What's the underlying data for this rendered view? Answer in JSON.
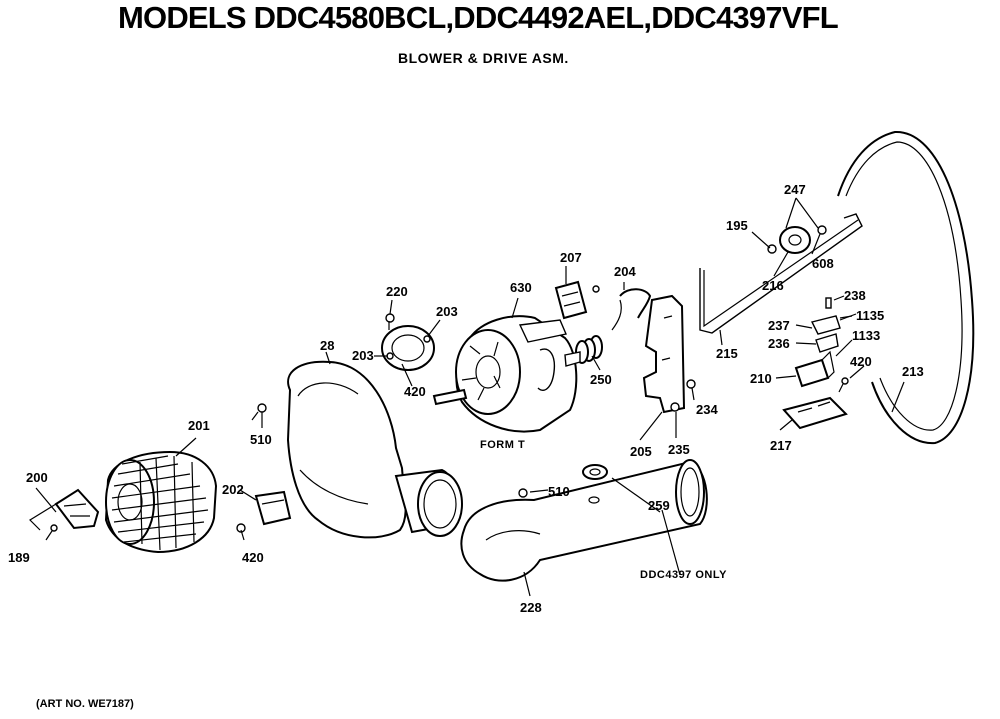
{
  "header": {
    "title": "MODELS DDC4580BCL,DDC4492AEL,DDC4397VFL",
    "subtitle": "BLOWER & DRIVE ASM."
  },
  "footer": {
    "art_number": "(ART NO. WE7187)"
  },
  "callouts": {
    "c189": "189",
    "c195": "195",
    "c200": "200",
    "c201": "201",
    "c202": "202",
    "c203a": "203",
    "c203b": "203",
    "c204": "204",
    "c205": "205",
    "c207": "207",
    "c210": "210",
    "c213": "213",
    "c215": "215",
    "c216": "216",
    "c217": "217",
    "c220": "220",
    "c228": "228",
    "c234": "234",
    "c235": "235",
    "c236": "236",
    "c237": "237",
    "c238": "238",
    "c247": "247",
    "c250": "250",
    "c259": "259",
    "c420a": "420",
    "c420b": "420",
    "c420c": "420",
    "c510a": "510",
    "c510b": "510",
    "c608": "608",
    "c630": "630",
    "c1133": "1133",
    "c1135": "1135",
    "c28": "28"
  },
  "notes": {
    "form_t": "FORM T",
    "ddc_only": "DDC4397 ONLY"
  }
}
